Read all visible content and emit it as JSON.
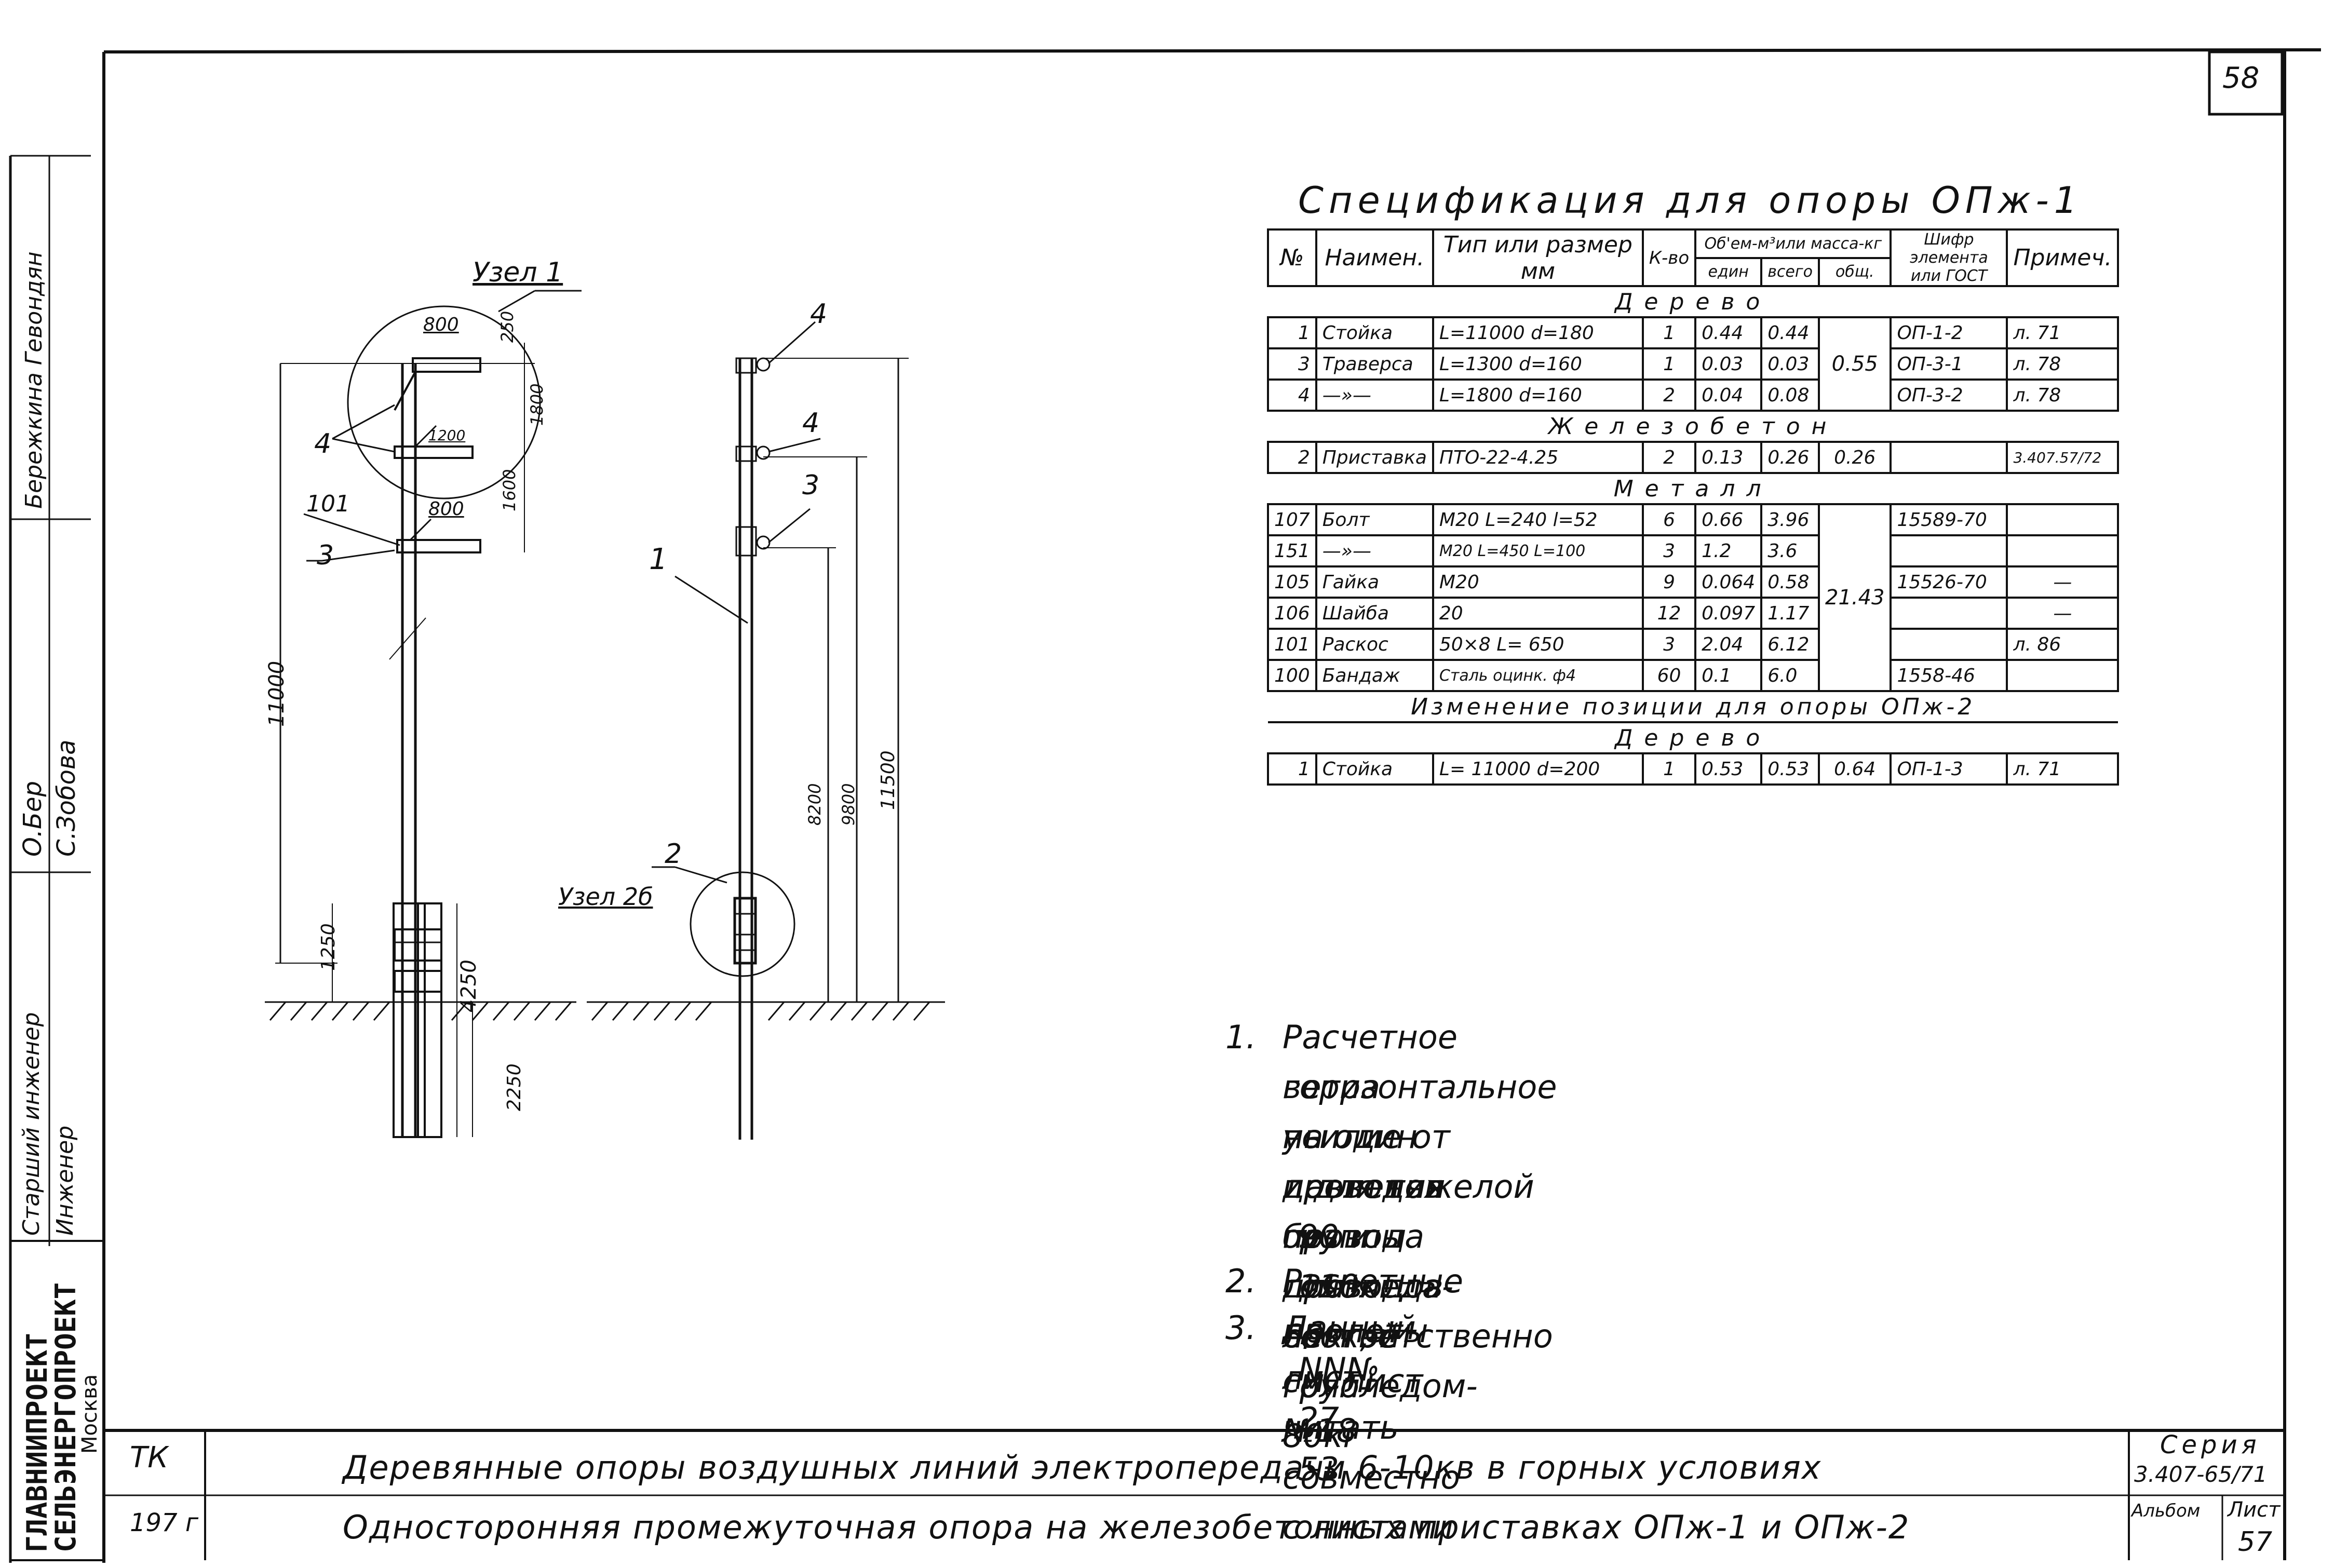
{
  "sheet_number": "58",
  "spec": {
    "title": "Спецификация для опоры ОПж-1",
    "headers": {
      "no": "№",
      "name": "Наимен.",
      "type": "Тип или размер мм",
      "qty": "К-во",
      "volume_group": "Об'ем-м³или масса-кг",
      "unit": "един",
      "total": "всего",
      "common": "общ.",
      "code": "Шифр элемента или ГОСТ",
      "note": "Примеч."
    },
    "sections": [
      {
        "title": "Дерево",
        "rows": [
          {
            "no": "1",
            "name": "Стойка",
            "type": "L=11000 d=180",
            "qty": "1",
            "unit": "0.44",
            "total": "0.44",
            "code": "ОП-1-2",
            "note": "л. 71"
          },
          {
            "no": "3",
            "name": "Траверса",
            "type": "L=1300 d=160",
            "qty": "1",
            "unit": "0.03",
            "total": "0.03",
            "code": "ОП-3-1",
            "note": "л. 78"
          },
          {
            "no": "4",
            "name": "—»—",
            "type": "L=1800 d=160",
            "qty": "2",
            "unit": "0.04",
            "total": "0.08",
            "code": "ОП-3-2",
            "note": "л. 78"
          }
        ],
        "common": "0.55"
      },
      {
        "title": "Железобетон",
        "rows": [
          {
            "no": "2",
            "name": "Приставка",
            "type": "ПТО-22-4.25",
            "qty": "2",
            "unit": "0.13",
            "total": "0.26",
            "common": "0.26",
            "code": "",
            "note": "3.407.57/72"
          }
        ]
      },
      {
        "title": "Металл",
        "rows": [
          {
            "no": "107",
            "name": "Болт",
            "type": "М20 L=240 l=52",
            "qty": "6",
            "unit": "0.66",
            "total": "3.96",
            "code": "15589-70",
            "note": ""
          },
          {
            "no": "151",
            "name": "—»—",
            "type": "М20 L=450 L=100",
            "qty": "3",
            "unit": "1.2",
            "total": "3.6",
            "code": "",
            "note": ""
          },
          {
            "no": "105",
            "name": "Гайка",
            "type": "М20",
            "qty": "9",
            "unit": "0.064",
            "total": "0.58",
            "code": "15526-70",
            "note": "—"
          },
          {
            "no": "106",
            "name": "Шайба",
            "type": "20",
            "qty": "12",
            "unit": "0.097",
            "total": "1.17",
            "code": "",
            "note": "—"
          },
          {
            "no": "101",
            "name": "Раскос",
            "type": "50×8 L= 650",
            "qty": "3",
            "unit": "2.04",
            "total": "6.12",
            "code": "",
            "note": "л. 86"
          },
          {
            "no": "100",
            "name": "Бандаж",
            "type": "Сталь оцинк. ф4",
            "qty": "60",
            "unit": "0.1",
            "total": "6.0",
            "code": "1558-46",
            "note": ""
          }
        ],
        "common": "21.43"
      }
    ],
    "change_title": "Изменение позиции для опоры ОПж-2",
    "change_section": "Дерево",
    "change_rows": [
      {
        "no": "1",
        "name": "Стойка",
        "type": "L= 11000 d=200",
        "qty": "1",
        "unit": "0.53",
        "total": "0.53",
        "common": "0.64",
        "code": "ОП-1-3",
        "note": "л. 71"
      }
    ]
  },
  "notes": [
    {
      "n": "1.",
      "lines": [
        "Расчетное горизонтальное усилие от давления",
        "ветра на один пролет провода для легкой груп-",
        "пы проводов без гололеда- 65кг, с гололедом- 80кг",
        "и для тяжелой группы проводов соответственно",
        "90 и 110кг."
      ]
    },
    {
      "n": "2.",
      "lines": [
        "Расчетные пролеты см. лист №18"
      ]
    },
    {
      "n": "3.",
      "lines": [
        "Данный лист читать совместно с листами",
        "NN№ 27, 53"
      ]
    }
  ],
  "drawing_labels": {
    "node1": "Узел 1",
    "node2b": "Узел 2б",
    "d800_top": "800",
    "d250": "250",
    "d1200": "1200",
    "d1800": "1800",
    "d1600": "1600",
    "d800_bot": "800",
    "d11000": "11000",
    "d1250": "1250",
    "d4250": "4250",
    "d2250": "2250",
    "d8200": "8200",
    "d9800": "9800",
    "d11500": "11500",
    "pos1": "1",
    "pos2": "2",
    "pos3_left": "3",
    "pos3_right": "3",
    "pos4_left": "4",
    "pos4_right_top": "4",
    "pos4_right_mid": "4",
    "pos101": "101"
  },
  "title_block": {
    "org1": "ГЛАВНИИПРОЕКТ",
    "org2": "СЕЛЬЭНЕРГОПРОЕКТ",
    "city": "Москва",
    "role_senior": "Старший инженер",
    "role_engineer": "Инженер",
    "sign1": "О.Бер",
    "sign2": "С.Зобова",
    "names": "Бережкина Гевондян",
    "tk": "ТК",
    "year": "197 г",
    "title1": "Деревянные опоры воздушных линий электропередачи 6-10кв в горных условиях",
    "title2": "Односторонняя промежуточная опора на железобетонных приставках ОПж-1 и ОПж-2",
    "series_label": "Серия",
    "series_value": "3.407-65/71",
    "album_label": "Альбом",
    "sheet_label": "Лист",
    "sheet_value": "57"
  }
}
